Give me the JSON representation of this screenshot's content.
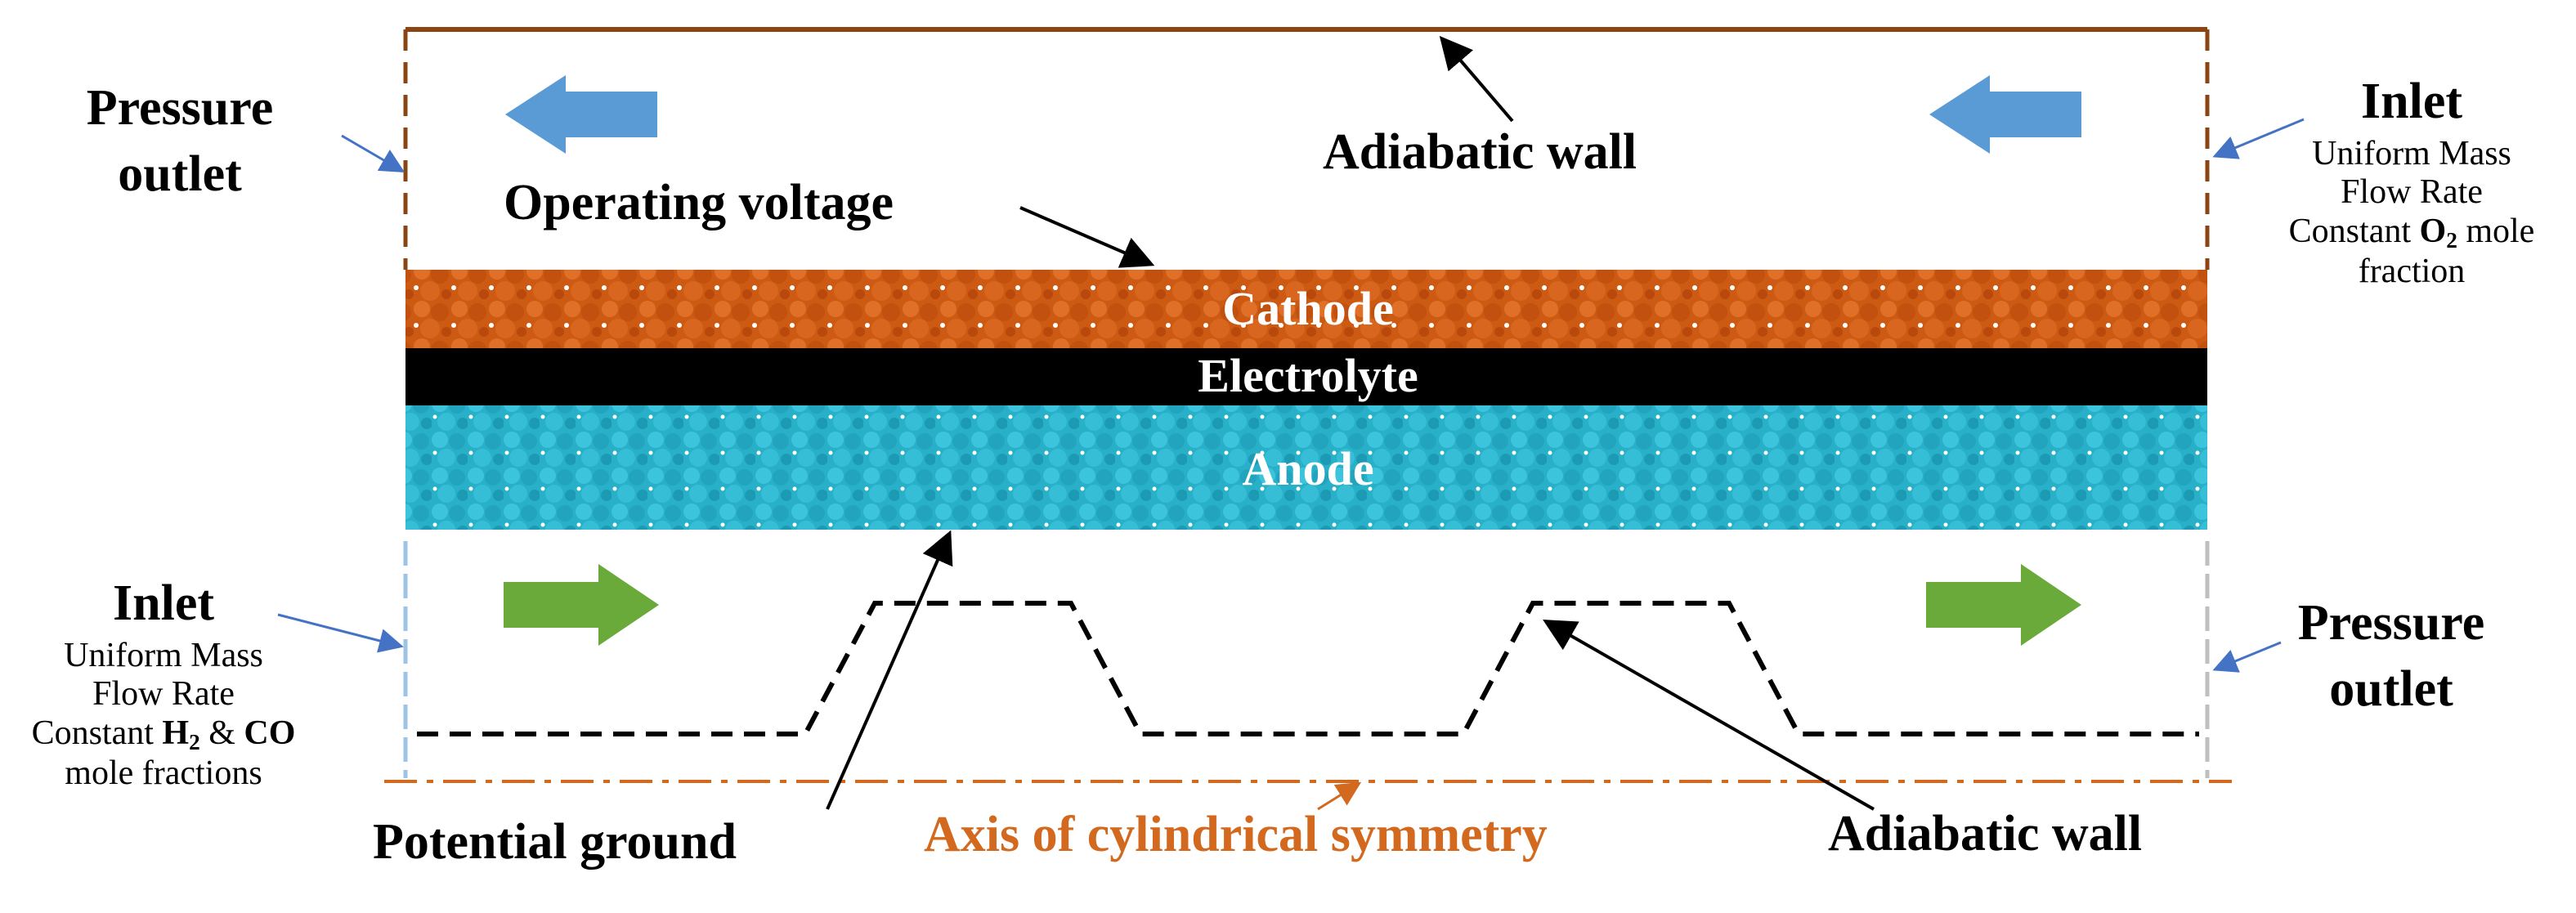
{
  "labels": {
    "pressure_outlet_left_1": "Pressure",
    "pressure_outlet_left_2": "outlet",
    "adiabatic_wall_top": "Adiabatic wall",
    "operating_voltage": "Operating voltage",
    "inlet_right_title": "Inlet",
    "inlet_right_line1": "Uniform Mass",
    "inlet_right_line2": "Flow Rate",
    "inlet_right_line3_pre": "Constant ",
    "inlet_right_o": "O",
    "inlet_right_sub": "2",
    "inlet_right_line3_post": " mole",
    "inlet_right_line4": "fraction",
    "cathode": "Cathode",
    "electrolyte": "Electrolyte",
    "anode": "Anode",
    "inlet_left_title": "Inlet",
    "inlet_left_line1": "Uniform Mass",
    "inlet_left_line2": "Flow Rate",
    "inlet_left_line3_pre": "Constant ",
    "inlet_left_h": "H",
    "inlet_left_sub": "2",
    "inlet_left_amp": " & ",
    "inlet_left_co": "CO",
    "inlet_left_line4": "mole fractions",
    "pressure_outlet_right_1": "Pressure",
    "pressure_outlet_right_2": "outlet",
    "potential_ground": "Potential ground",
    "axis_symmetry": "Axis of cylindrical symmetry",
    "adiabatic_wall_bottom": "Adiabatic wall"
  },
  "colors": {
    "cathode": "#cc5a12",
    "electrolyte": "#000000",
    "anode": "#2bb7d0",
    "wall_top": "#8b4513",
    "flow_arrow_top": "#5b9bd5",
    "flow_arrow_bottom": "#6aaa3a",
    "axis": "#d2691e",
    "pointer_blue": "#4472c4"
  }
}
